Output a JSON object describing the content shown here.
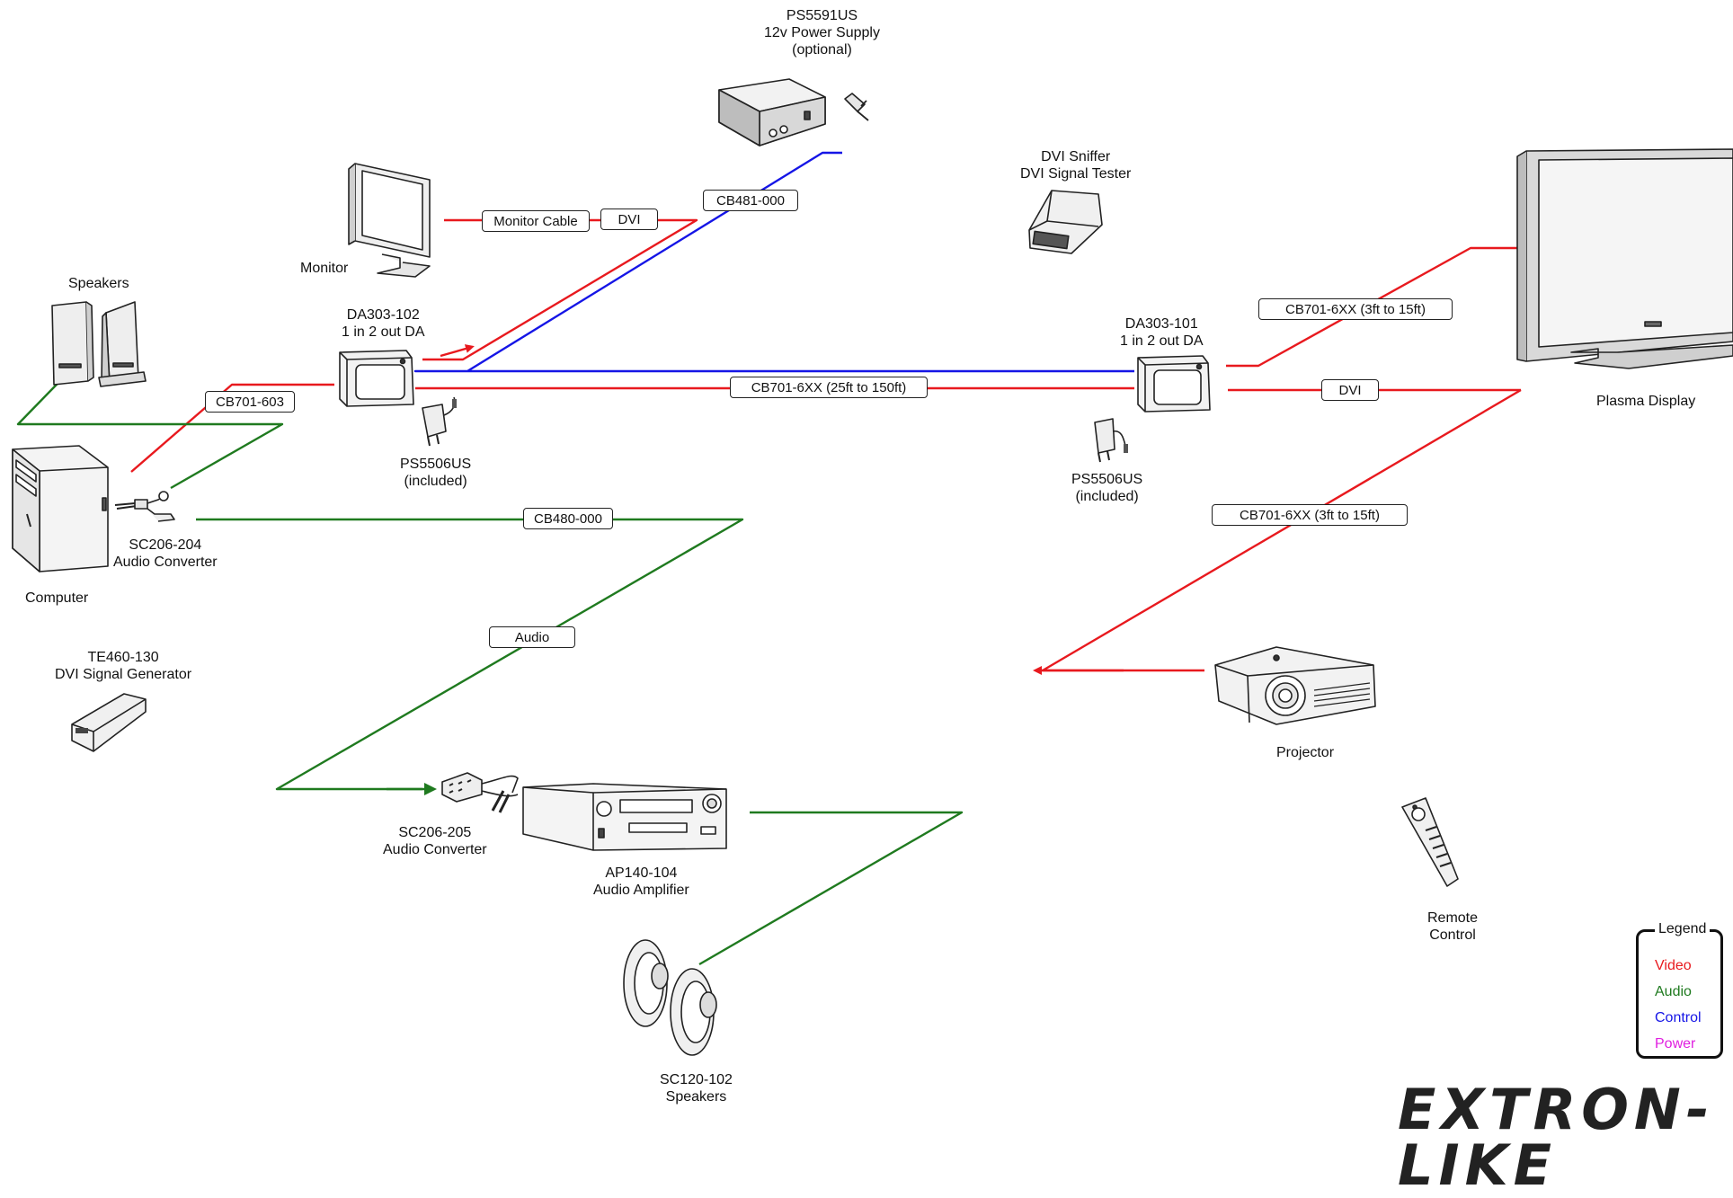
{
  "colors": {
    "video": "#e8191e",
    "audio": "#1f7a1f",
    "control": "#1515e6",
    "power": "#e01ee0"
  },
  "devices": {
    "power_supply": {
      "lines": [
        "PS5591US",
        "12v Power Supply",
        "(optional)"
      ],
      "icon": "power-supply-box-icon"
    },
    "monitor": {
      "lines": [
        "Monitor"
      ],
      "icon": "monitor-icon"
    },
    "dvi_sniffer": {
      "lines": [
        "DVI Sniffer",
        "DVI Signal Tester"
      ],
      "icon": "dvi-sniffer-icon"
    },
    "plasma": {
      "lines": [
        "Plasma Display"
      ],
      "icon": "plasma-display-icon"
    },
    "speakers_pc": {
      "lines": [
        "Speakers"
      ],
      "icon": "desktop-speakers-icon"
    },
    "da_left": {
      "lines": [
        "DA303-102",
        "1 in 2 out DA"
      ],
      "icon": "distribution-amplifier-icon"
    },
    "da_right": {
      "lines": [
        "DA303-101",
        "1 in 2 out DA"
      ],
      "icon": "distribution-amplifier-icon"
    },
    "ps_left": {
      "lines": [
        "PS5506US",
        "(included)"
      ],
      "icon": "wall-adapter-icon"
    },
    "ps_right": {
      "lines": [
        "PS5506US",
        "(included)"
      ],
      "icon": "wall-adapter-icon"
    },
    "audio_conv_1": {
      "lines": [
        "SC206-204",
        "Audio Converter"
      ],
      "icon": "audio-converter-icon"
    },
    "computer": {
      "lines": [
        "Computer"
      ],
      "icon": "computer-tower-icon"
    },
    "generator": {
      "lines": [
        "TE460-130",
        "DVI Signal Generator"
      ],
      "icon": "signal-generator-icon"
    },
    "audio_conv_2": {
      "lines": [
        "SC206-205",
        "Audio Converter"
      ],
      "icon": "audio-converter-icon"
    },
    "amplifier": {
      "lines": [
        "AP140-104",
        "Audio Amplifier"
      ],
      "icon": "audio-amplifier-icon"
    },
    "projector": {
      "lines": [
        "Projector"
      ],
      "icon": "projector-icon"
    },
    "remote": {
      "lines": [
        "Remote",
        "Control"
      ],
      "icon": "remote-control-icon"
    },
    "speakers_amp": {
      "lines": [
        "SC120-102",
        "Speakers"
      ],
      "icon": "loudspeakers-icon"
    }
  },
  "cables": {
    "monitor_cable": "Monitor Cable",
    "monitor_dvi": "DVI",
    "cb481": "CB481-000",
    "cb701_603": "CB701-603",
    "cb701_long": "CB701-6XX  (25ft to 150ft)",
    "cb701_plasma": "CB701-6XX  (3ft to 15ft)",
    "plasma_dvi": "DVI",
    "cb701_projector": "CB701-6XX  (3ft to 15ft)",
    "cb480": "CB480-000",
    "audio": "Audio"
  },
  "legend": {
    "title": "Legend",
    "video": "Video",
    "audio": "Audio",
    "control": "Control",
    "power": "Power"
  },
  "brand": "EXTRON-LIKE"
}
